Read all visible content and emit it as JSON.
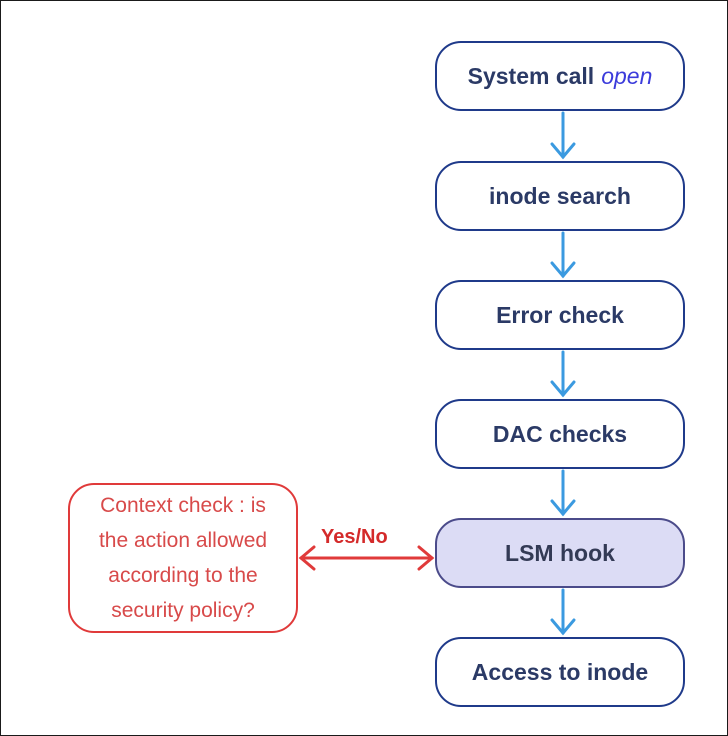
{
  "nodes": [
    {
      "id": "system-call",
      "label": "System call",
      "emphasis": "open"
    },
    {
      "id": "inode-search",
      "label": "inode search"
    },
    {
      "id": "error-check",
      "label": "Error check"
    },
    {
      "id": "dac-checks",
      "label": "DAC checks"
    },
    {
      "id": "lsm-hook",
      "label": "LSM hook"
    },
    {
      "id": "access-inode",
      "label": "Access to inode"
    }
  ],
  "context_box": {
    "lines": [
      "Context check : is",
      "the action allowed",
      "according to the",
      "security policy?"
    ]
  },
  "edge_label": "Yes/No",
  "colors": {
    "node_border": "#1f3a8a",
    "node_text": "#2b3a66",
    "lsm_fill": "#dcdcf5",
    "flow_arrow": "#3b9ae0",
    "context_border": "#e03a3a",
    "context_text": "#d84a4a",
    "edge_label": "#d42a2a"
  }
}
